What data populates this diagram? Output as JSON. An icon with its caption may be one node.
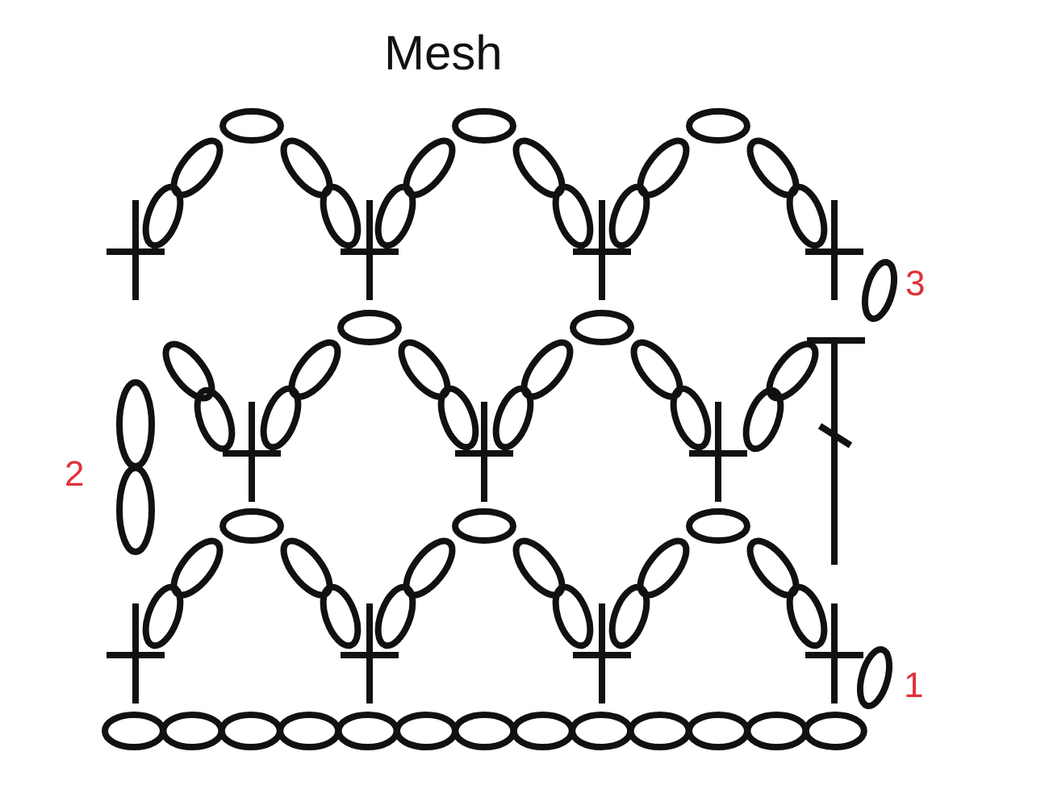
{
  "diagram": {
    "title": "Mesh",
    "labels": [
      "3",
      "2",
      "1"
    ]
  }
}
